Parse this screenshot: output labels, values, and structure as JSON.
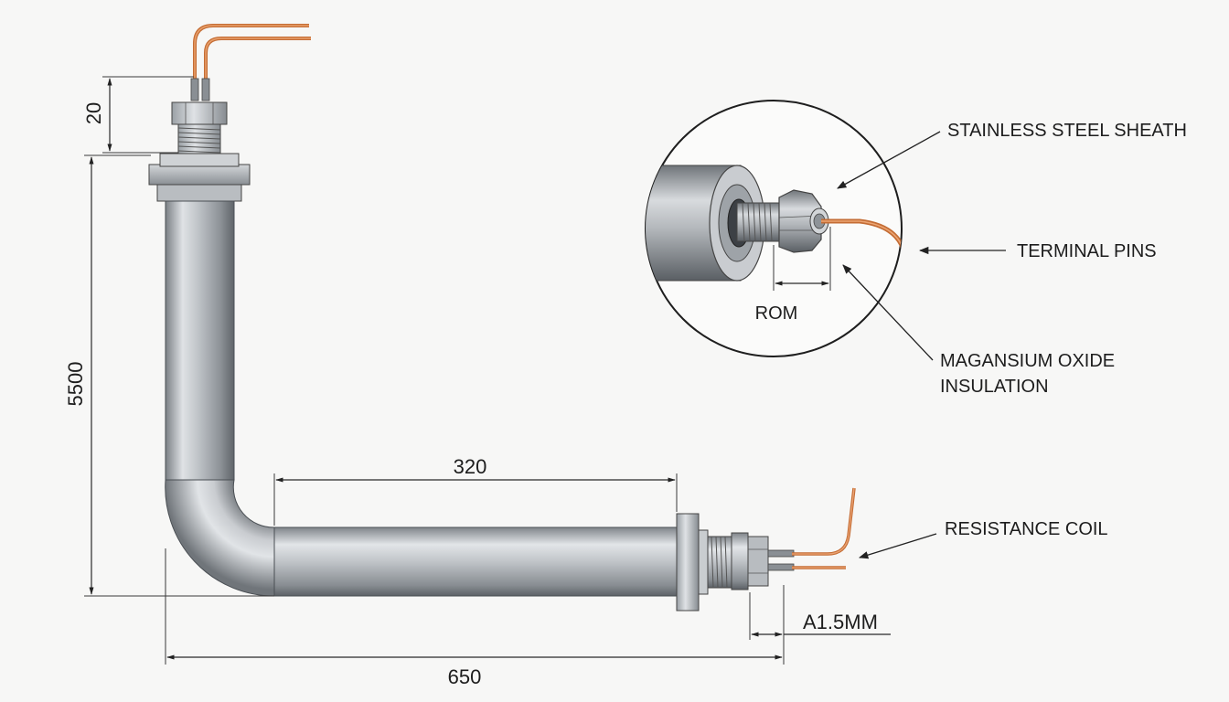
{
  "diagram": {
    "dimensions": {
      "terminal_height": "20",
      "vertical_length": "5500",
      "horizontal_section": "320",
      "overall_length": "650",
      "pin_gap": "A1.5MM",
      "detail_gap": "ROM"
    },
    "callouts": {
      "sheath": "STAINLESS STEEL SHEATH",
      "pins": "TERMINAL PINS",
      "insulation_line1": "MAGANSIUM OXIDE",
      "insulation_line2": "INSULATION",
      "coil": "RESISTANCE COIL"
    },
    "colors": {
      "steel_light": "#e6e8ea",
      "steel_mid": "#a9adb2",
      "steel_dark": "#6e7378",
      "copper": "#d7834a",
      "line": "#222222"
    }
  }
}
